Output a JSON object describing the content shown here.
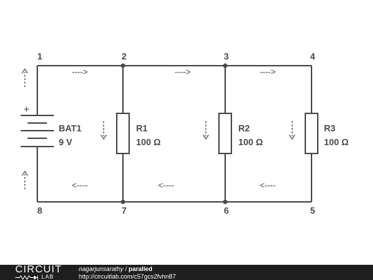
{
  "nodes": {
    "n1": "1",
    "n2": "2",
    "n3": "3",
    "n4": "4",
    "n5": "5",
    "n6": "6",
    "n7": "7",
    "n8": "8"
  },
  "components": {
    "battery": {
      "name": "BAT1",
      "value": "9 V",
      "polarity": "+"
    },
    "r1": {
      "name": "R1",
      "value": "100 Ω"
    },
    "r2": {
      "name": "R2",
      "value": "100 Ω"
    },
    "r3": {
      "name": "R3",
      "value": "100 Ω"
    }
  },
  "arrows": {
    "right": "---->",
    "left": "<----"
  },
  "colors": {
    "wire": "#4a4a4a",
    "arrow": "#7a7a7a",
    "footer": "#1e1e1e"
  },
  "footer": {
    "logo_top": "CIRCUIT",
    "logo_bottom": "LAB",
    "username": "nagarjunsarathy",
    "separator": "/",
    "title": "paralled",
    "url": "http://circuitlab.com/c57gcs2fvhn87"
  }
}
